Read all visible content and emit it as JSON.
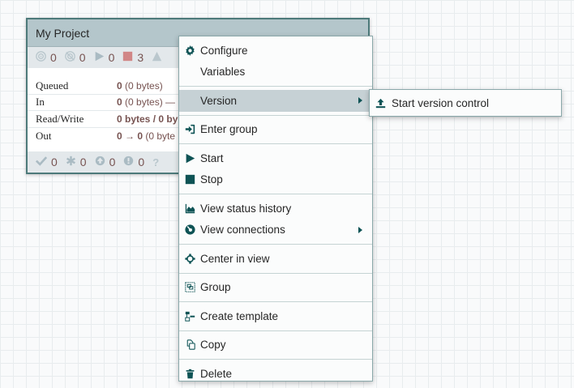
{
  "process_group": {
    "name": "My Project",
    "header_stats": [
      {
        "icon": "transmitting-icon",
        "value": "0"
      },
      {
        "icon": "not-transmitting-icon",
        "value": "0"
      },
      {
        "icon": "running-icon",
        "value": "0"
      },
      {
        "icon": "stopped-icon",
        "value": "3"
      },
      {
        "icon": "invalid-icon",
        "value": ""
      }
    ],
    "rows": [
      {
        "label": "Queued",
        "value_bold": "0",
        "value_rest": " (0 bytes)"
      },
      {
        "label": "In",
        "value_bold": "0",
        "value_rest": " (0 bytes) —"
      },
      {
        "label": "Read/Write",
        "value_bold": "0 bytes / 0 by",
        "value_rest": ""
      },
      {
        "label": "Out",
        "value_bold": "0 → 0",
        "value_rest": " (0 byte"
      }
    ],
    "footer_stats": [
      {
        "icon": "up-to-date-icon",
        "value": "0"
      },
      {
        "icon": "locally-modified-icon",
        "value": "0"
      },
      {
        "icon": "stale-icon",
        "value": "0"
      },
      {
        "icon": "sync-failure-icon",
        "value": "0"
      },
      {
        "icon": "unknown-icon",
        "value": ""
      }
    ]
  },
  "context_menu": {
    "items": [
      {
        "label": "Configure",
        "icon": "gear-icon"
      },
      {
        "label": "Variables",
        "icon": ""
      },
      {
        "label": "Version",
        "icon": "",
        "has_submenu": true,
        "active": true
      },
      {
        "label": "Enter group",
        "icon": "enter-group-icon"
      },
      {
        "label": "Start",
        "icon": "play-icon"
      },
      {
        "label": "Stop",
        "icon": "stop-icon"
      },
      {
        "label": "View status history",
        "icon": "area-chart-icon"
      },
      {
        "label": "View connections",
        "icon": "connections-icon",
        "has_submenu": true
      },
      {
        "label": "Center in view",
        "icon": "crosshair-icon"
      },
      {
        "label": "Group",
        "icon": "group-icon"
      },
      {
        "label": "Create template",
        "icon": "template-icon"
      },
      {
        "label": "Copy",
        "icon": "copy-icon"
      },
      {
        "label": "Delete",
        "icon": "trash-icon"
      }
    ]
  },
  "version_submenu": {
    "items": [
      {
        "label": "Start version control",
        "icon": "upload-icon"
      }
    ]
  }
}
